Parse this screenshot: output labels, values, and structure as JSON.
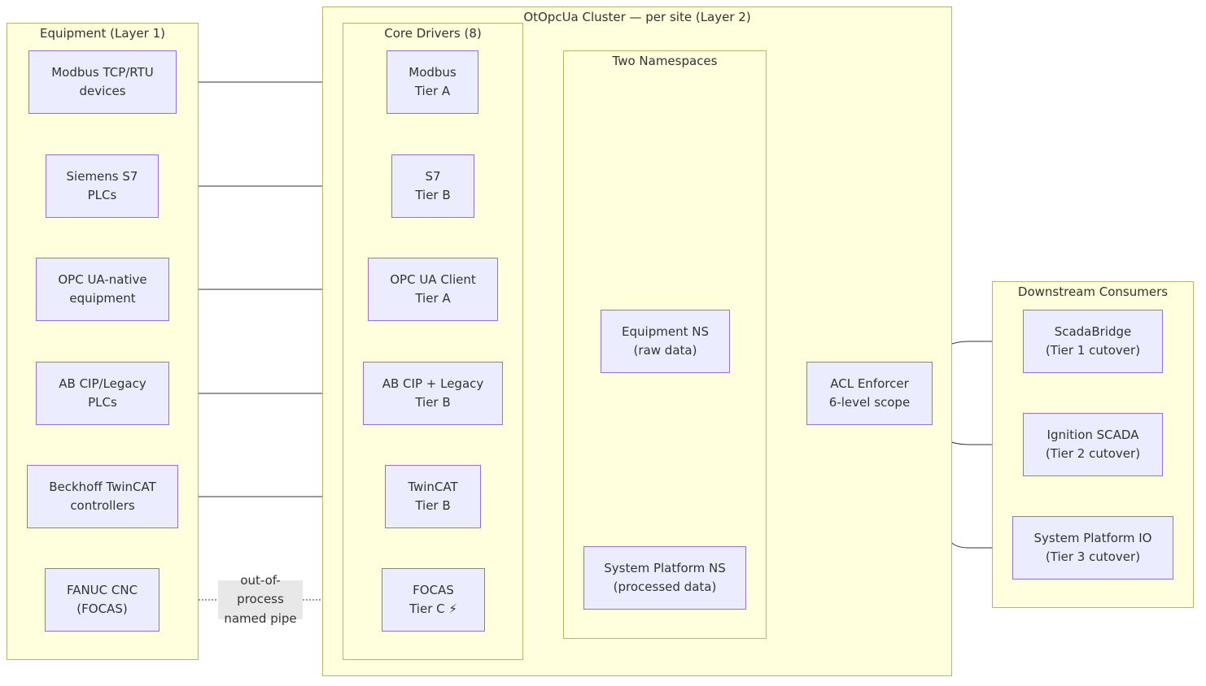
{
  "clusters": {
    "equipment": "Equipment (Layer 1)",
    "otopcua": "OtOpcUa Cluster — per site (Layer 2)",
    "core_drivers": "Core Drivers (8)",
    "namespaces": "Two Namespaces",
    "downstream": "Downstream Consumers"
  },
  "nodes": {
    "modbus_dev": [
      "Modbus TCP/RTU",
      "devices"
    ],
    "s7_dev": [
      "Siemens S7",
      "PLCs"
    ],
    "opcua_dev": [
      "OPC UA-native",
      "equipment"
    ],
    "ab_dev": [
      "AB CIP/Legacy",
      "PLCs"
    ],
    "twincat_dev": [
      "Beckhoff TwinCAT",
      "controllers"
    ],
    "fanuc_dev": [
      "FANUC CNC",
      "(FOCAS)"
    ],
    "modbus_drv": [
      "Modbus",
      "Tier A"
    ],
    "s7_drv": [
      "S7",
      "Tier B"
    ],
    "opcua_drv": [
      "OPC UA Client",
      "Tier A"
    ],
    "ab_drv": [
      "AB CIP + Legacy",
      "Tier B"
    ],
    "twincat_drv": [
      "TwinCAT",
      "Tier B"
    ],
    "focas_drv": [
      "FOCAS",
      "Tier C ⚡"
    ],
    "equipment_ns": [
      "Equipment NS",
      "(raw data)"
    ],
    "system_ns": [
      "System Platform NS",
      "(processed data)"
    ],
    "acl": [
      "ACL Enforcer",
      "6-level scope"
    ],
    "scadabridge": [
      "ScadaBridge",
      "(Tier 1 cutover)"
    ],
    "ignition": [
      "Ignition SCADA",
      "(Tier 2 cutover)"
    ],
    "sysplat_io": [
      "System Platform IO",
      "(Tier 3 cutover)"
    ]
  },
  "edge_labels": {
    "fanuc_pipe": [
      "out-of-process",
      "named pipe"
    ]
  },
  "colors": {
    "cluster_fill": "#ffffde",
    "cluster_border": "#b8b86a",
    "node_fill": "#ececff",
    "node_border": "#9370db",
    "edge": "#333333",
    "edge_label_bg": "#e8e8e8"
  }
}
